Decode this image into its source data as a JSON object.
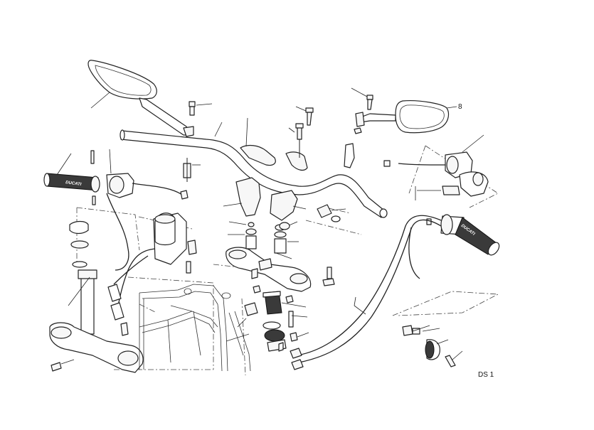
{
  "diagram": {
    "callouts": {
      "mirror_right": "8"
    },
    "grip_brand_left": "DUCATI",
    "grip_brand_right": "DUCATI",
    "figure_code": "DS  1"
  }
}
